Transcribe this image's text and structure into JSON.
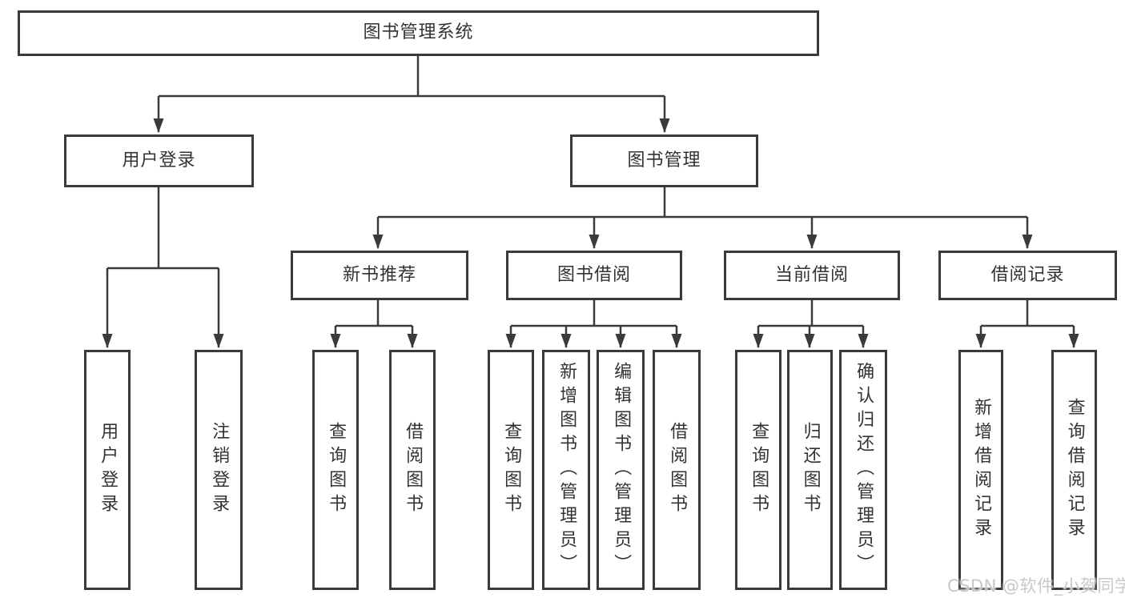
{
  "diagram": {
    "type": "hierarchy-tree",
    "colors": {
      "line": "#3a3a3a",
      "box_border": "#3a3a3a",
      "text": "#333333",
      "background": "#ffffff",
      "watermark": "#c8c8c8"
    },
    "watermark": "CSDN @软件_小贺同学",
    "tree": {
      "label": "图书管理系统",
      "children": [
        {
          "label": "用户登录",
          "children": [
            {
              "label": "用户登录"
            },
            {
              "label": "注销登录"
            }
          ]
        },
        {
          "label": "图书管理",
          "children": [
            {
              "label": "新书推荐",
              "children": [
                {
                  "label": "查询图书"
                },
                {
                  "label": "借阅图书"
                }
              ]
            },
            {
              "label": "图书借阅",
              "children": [
                {
                  "label": "查询图书"
                },
                {
                  "label": "新增图书（管理员）"
                },
                {
                  "label": "编辑图书（管理员）"
                },
                {
                  "label": "借阅图书"
                }
              ]
            },
            {
              "label": "当前借阅",
              "children": [
                {
                  "label": "查询图书"
                },
                {
                  "label": "归还图书"
                },
                {
                  "label": "确认归还（管理员）"
                }
              ]
            },
            {
              "label": "借阅记录",
              "children": [
                {
                  "label": "新增借阅记录"
                },
                {
                  "label": "查询借阅记录"
                }
              ]
            }
          ]
        }
      ]
    }
  }
}
